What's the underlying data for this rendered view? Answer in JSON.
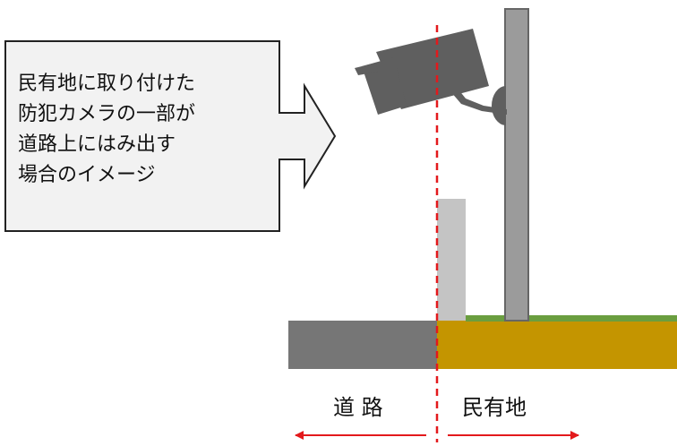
{
  "callout": {
    "lines": [
      "民有地に取り付けた",
      "防犯カメラの一部が",
      "道路上にはみ出す",
      "場合のイメージ"
    ]
  },
  "labels": {
    "road": "道 路",
    "private_land": "民有地"
  },
  "colors": {
    "road": "#767676",
    "private_land": "#c49500",
    "grass": "#6a9e3f",
    "wall": "#c4c4c4",
    "pole": "#9b9b9b",
    "camera": "#5f5f5f",
    "boundary_line": "#e3191c",
    "arrow": "#e3191c",
    "callout_fill": "#f2f2f2",
    "callout_stroke": "#222222"
  }
}
